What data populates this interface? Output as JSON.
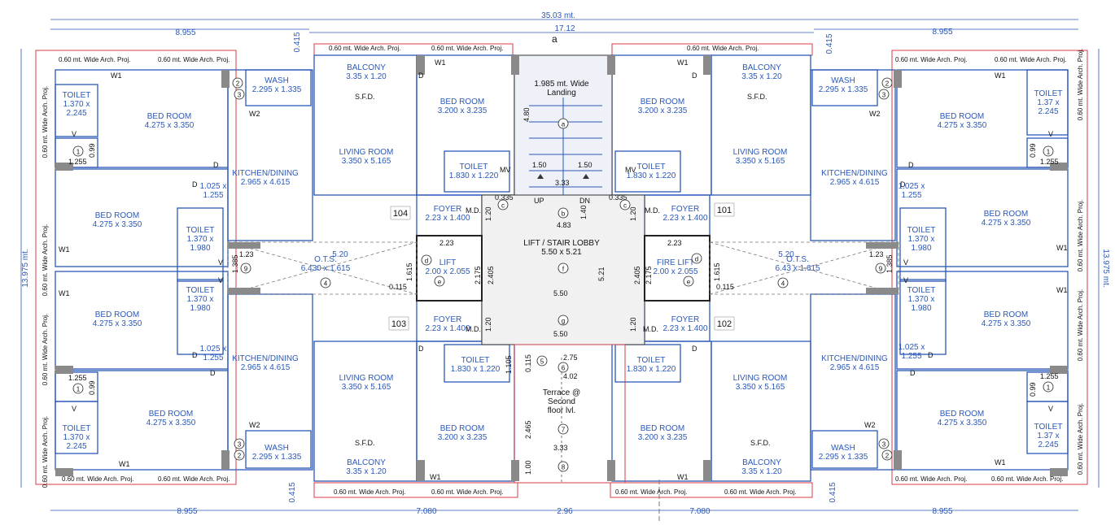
{
  "plan": {
    "dimensions": {
      "overall_width": "35.03 mt.",
      "top_left_width": "8.955",
      "top_right_width": "8.955",
      "center_width": "17.12",
      "bottom_left_width": "8.955",
      "bottom_right_width": "8.955",
      "bottom_center_left": "7.080",
      "bottom_center_mid": "2.96",
      "bottom_center_right": "7.080",
      "overall_height_left": "13.975 mt.",
      "overall_height_right": "13.975 mt.",
      "wall_offset_tl": "0.415",
      "wall_offset_tr": "0.415",
      "wall_offset_bl": "0.415",
      "wall_offset_br": "0.415",
      "section_marker": "a"
    },
    "projections": {
      "top_left_1": "0.60 mt. Wide Arch. Proj.",
      "top_left_2": "0.60 mt. Wide Arch. Proj.",
      "top_center_1": "0.60 mt. Wide Arch. Proj.",
      "top_center_2": "0.60 mt. Wide Arch. Proj.",
      "top_center_3": "0.60 mt. Wide Arch. Proj.",
      "top_right_1": "0.60 mt. Wide Arch. Proj.",
      "top_right_2": "0.60 mt. Wide Arch. Proj.",
      "bottom_left_1": "0.60 mt. Wide Arch. Proj.",
      "bottom_left_2": "0.60 mt. Wide Arch. Proj.",
      "bottom_center_1": "0.60 mt. Wide Arch. Proj.",
      "bottom_center_2": "0.60 mt. Wide Arch. Proj.",
      "bottom_center_3": "0.60 mt. Wide Arch. Proj.",
      "bottom_center_4": "0.60 mt. Wide Arch. Proj.",
      "bottom_right_1": "0.60 mt. Wide Arch. Proj.",
      "bottom_right_2": "0.60 mt. Wide Arch. Proj.",
      "side_left_1": "0.60 mt. Wide Arch. Proj.",
      "side_left_2": "0.60 mt. Wide Arch. Proj.",
      "side_left_3": "0.60 mt. Wide Arch. Proj.",
      "side_left_4": "0.60 mt. Wide Arch. Proj.",
      "side_right_1": "0.60 mt. Wide Arch. Proj.",
      "side_right_2": "0.60 mt. Wide Arch. Proj.",
      "side_right_3": "0.60 mt. Wide Arch. Proj.",
      "side_right_4": "0.60 mt. Wide Arch. Proj."
    },
    "units": {
      "u104": "104",
      "u101": "101",
      "u103": "103",
      "u102": "102"
    },
    "rooms": {
      "tl_toilet": [
        "TOILET",
        "1.370 x",
        "2.245"
      ],
      "tl_bed": [
        "BED ROOM",
        "4.275 x 3.350"
      ],
      "tl_wash": [
        "WASH",
        "2.295 x 1.335"
      ],
      "tl_balcony": [
        "BALCONY",
        "3.35 x 1.20"
      ],
      "tl_bed2": [
        "BED ROOM",
        "3.200 x 3.235"
      ],
      "tl_living": [
        "LIVING ROOM",
        "3.350 x 5.165"
      ],
      "tl_kitchen": [
        "KITCHEN/DINING",
        "2.965 x 4.615"
      ],
      "tl_passage": [
        "1.025 x",
        "1.255"
      ],
      "tl_toilet2": [
        "TOILET",
        "1.830 x 1.220"
      ],
      "tl_foyer": [
        "FOYER",
        "2.23 x 1.400"
      ],
      "lm_bed": [
        "BED ROOM",
        "4.275 x 3.350"
      ],
      "lm_toilet": [
        "TOILET",
        "1.370 x",
        "1.980"
      ],
      "lm_ots": [
        "O.T.S.",
        "6.430 x 1.615"
      ],
      "lm_ots_w": "5.20",
      "lm_lift": [
        "LIFT",
        "2.00 x 2.055"
      ],
      "lm_bed2": [
        "BED ROOM",
        "4.275 x 3.350"
      ],
      "lm_toilet2": [
        "TOILET",
        "1.370 x",
        "1.980"
      ],
      "bl_passage": [
        "1.025 x",
        "1.255"
      ],
      "bl_kitchen": [
        "KITCHEN/DINING",
        "2.965 x 4.615"
      ],
      "bl_living": [
        "LIVING ROOM",
        "3.350 x 5.165"
      ],
      "bl_foyer": [
        "FOYER",
        "2.23 x 1.400"
      ],
      "bl_toilet2": [
        "TOILET",
        "1.830 x 1.220"
      ],
      "bl_bed2": [
        "BED ROOM",
        "3.200 x 3.235"
      ],
      "bl_toilet": [
        "TOILET",
        "1.370 x",
        "2.245"
      ],
      "bl_bed": [
        "BED ROOM",
        "4.275 x 3.350"
      ],
      "bl_wash": [
        "WASH",
        "2.295 x 1.335"
      ],
      "bl_balcony": [
        "BALCONY",
        "3.35 x 1.20"
      ],
      "c_landing": [
        "1.985 mt. Wide",
        "Landing"
      ],
      "c_lobby": [
        "LIFT / STAIR LOBBY",
        "5.50 x 5.21"
      ],
      "c_terrace": [
        "Terrace @",
        "Second",
        "floor lvl."
      ],
      "tr_balcony": [
        "BALCONY",
        "3.35 x 1.20"
      ],
      "tr_bed2": [
        "BED ROOM",
        "3.200 x 3.235"
      ],
      "tr_wash": [
        "WASH",
        "2.295 x 1.335"
      ],
      "tr_toilet": [
        "TOILET",
        "1.37 x",
        "2.245"
      ],
      "tr_bed": [
        "BED ROOM",
        "4.275 x 3.350"
      ],
      "tr_living": [
        "LIVING ROOM",
        "3.350 x 5.165"
      ],
      "tr_kitchen": [
        "KITCHEN/DINING",
        "2.965 x 4.615"
      ],
      "tr_passage": [
        "1.025 x",
        "1.255"
      ],
      "tr_toilet2": [
        "TOILET",
        "1.830 x 1.220"
      ],
      "tr_foyer": [
        "FOYER",
        "2.23 x 1.400"
      ],
      "rm_bed": [
        "BED ROOM",
        "4.275 x 3.350"
      ],
      "rm_toilet": [
        "TOILET",
        "1.370 x",
        "1.980"
      ],
      "rm_ots": [
        "O.T.S.",
        "6.43 x 1.615"
      ],
      "rm_ots_w": "5.20",
      "rm_lift": [
        "FIRE LIFT",
        "2.00 x 2.055"
      ],
      "rm_bed2": [
        "BED ROOM",
        "4.275 x 3.350"
      ],
      "rm_toilet2": [
        "TOILET",
        "1.370 x",
        "1.980"
      ],
      "br_passage": [
        "1.025 x",
        "1.255"
      ],
      "br_kitchen": [
        "KITCHEN/DINING",
        "2.965 x 4.615"
      ],
      "br_living": [
        "LIVING ROOM",
        "3.350 x 5.165"
      ],
      "br_foyer": [
        "FOYER",
        "2.23 x 1.400"
      ],
      "br_toilet2": [
        "TOILET",
        "1.830 x 1.220"
      ],
      "br_bed2": [
        "BED ROOM",
        "3.200 x 3.235"
      ],
      "br_bed": [
        "BED ROOM",
        "4.275 x 3.350"
      ],
      "br_toilet": [
        "TOILET",
        "1.37 x",
        "2.245"
      ],
      "br_wash": [
        "WASH",
        "2.295 x 1.335"
      ],
      "br_balcony": [
        "BALCONY",
        "3.35 x 1.20"
      ]
    },
    "small_labels": {
      "w1": "W1",
      "w2": "W2",
      "d": "D",
      "dl": "d",
      "v": "V",
      "sfd": "S.F.D.",
      "md": "M.D.",
      "mv": "MV",
      "up": "UP",
      "dn": "DN",
      "n150": "1.50",
      "n333": "3.33",
      "n483": "4.83",
      "n550": "5.50",
      "n223": "2.23",
      "n120": "1.20",
      "n140": "1.40",
      "n0335": "0.335",
      "n0115": "0.115",
      "n1615": "1.615",
      "n2175": "2.175",
      "n2405": "2.405",
      "n521": "5.21",
      "n480": "4.80",
      "n275": "2.75",
      "n402": "4.02",
      "n2465": "2.465",
      "n100": "1.00",
      "n1105": "1.105",
      "n0115b": "0.115",
      "n123": "1.23",
      "n1385": "1.385",
      "n1255": "1.255",
      "n099": "0.99",
      "c1": "1",
      "c2": "2",
      "c3": "3",
      "c4": "4",
      "c5": "5",
      "c6": "6",
      "c7": "7",
      "c8": "8",
      "c9": "9",
      "ca": "a",
      "cb": "b",
      "cc": "c",
      "cd": "d",
      "ce": "e",
      "cf": "f",
      "cg": "g"
    }
  }
}
